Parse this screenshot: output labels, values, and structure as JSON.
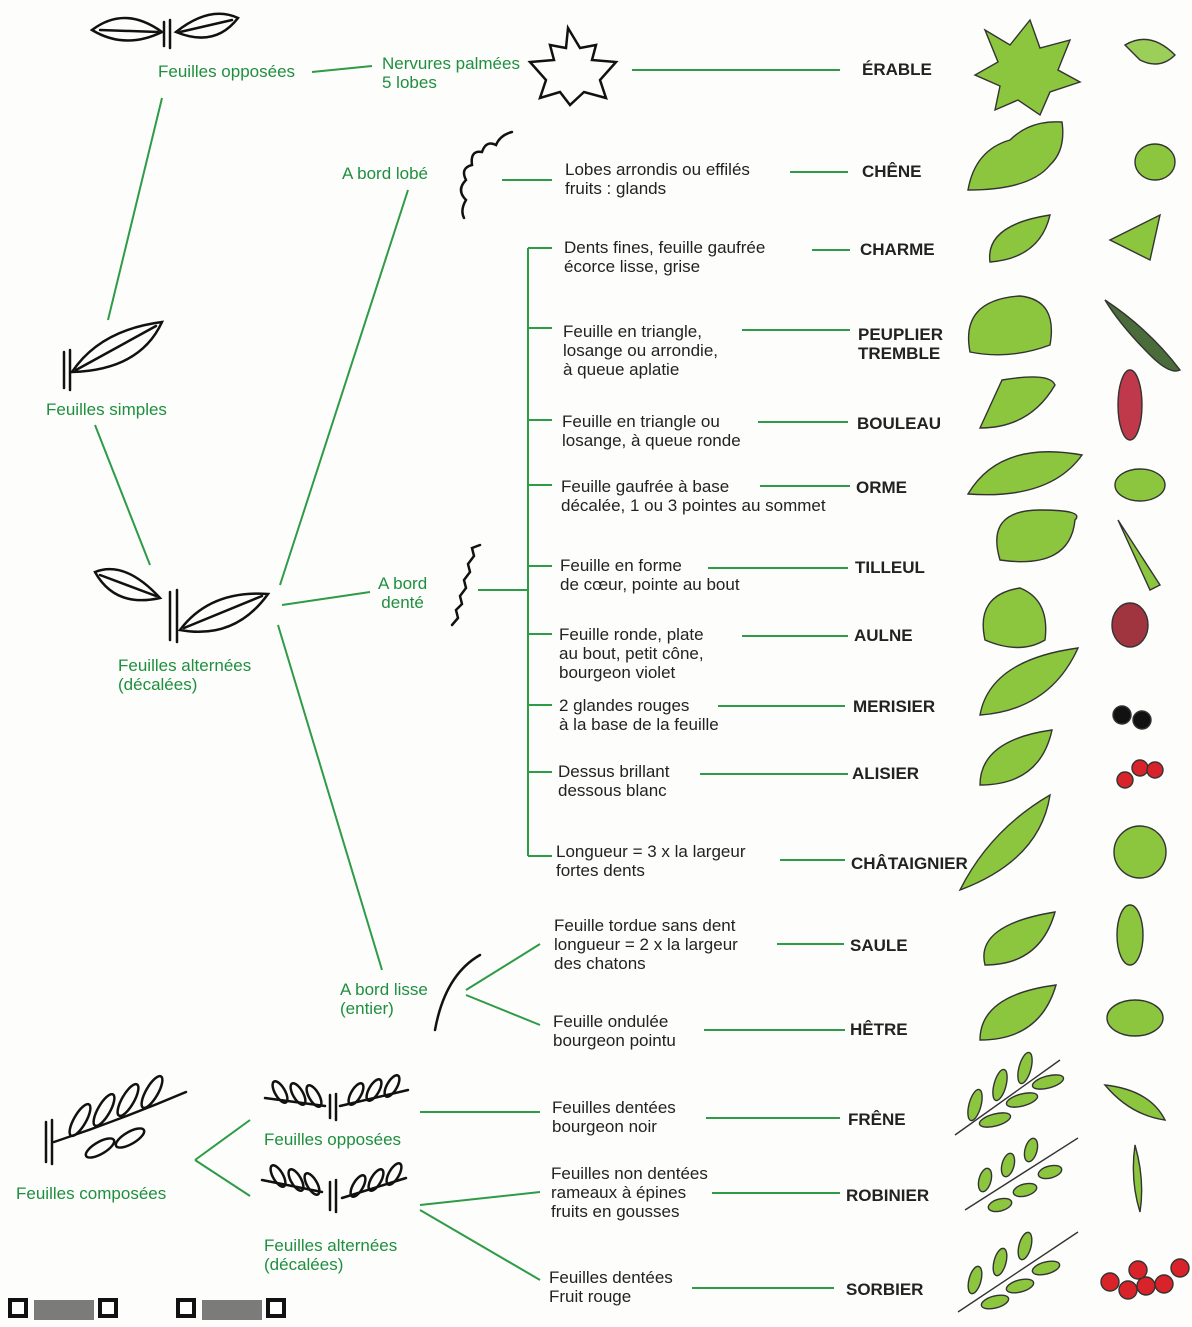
{
  "branches": {
    "opposed": "Feuilles opposées",
    "simple": "Feuilles simples",
    "alternate": "Feuilles alternées\n(décalées)",
    "lobed": "A bord lobé",
    "toothed": "A bord\ndenté",
    "smooth": "A bord lisse\n(entier)",
    "compound": "Feuilles composées",
    "compound_opposed": "Feuilles opposées",
    "compound_alternate": "Feuilles alternées\n(décalées)"
  },
  "species": [
    {
      "desc": "Nervures palmées\n5 lobes",
      "name": "ÉRABLE"
    },
    {
      "desc": "Lobes arrondis ou effilés\nfruits : glands",
      "name": "CHÊNE"
    },
    {
      "desc": "Dents fines, feuille gaufrée\nécorce lisse, grise",
      "name": "CHARME"
    },
    {
      "desc": "Feuille en triangle,\nlosange ou arrondie,\nà queue aplatie",
      "name": "PEUPLIER\nTREMBLE"
    },
    {
      "desc": "Feuille en triangle ou\nlosange, à queue ronde",
      "name": "BOULEAU"
    },
    {
      "desc": "Feuille gaufrée à base\ndécalée, 1 ou 3 pointes au sommet",
      "name": "ORME"
    },
    {
      "desc": "Feuille en forme\nde cœur, pointe au bout",
      "name": "TILLEUL"
    },
    {
      "desc": "Feuille ronde, plate\nau bout, petit cône,\nbourgeon violet",
      "name": "AULNE"
    },
    {
      "desc": "2 glandes rouges\nà la base de la feuille",
      "name": "MERISIER"
    },
    {
      "desc": "Dessus brillant\ndessous blanc",
      "name": "ALISIER"
    },
    {
      "desc": "Longueur = 3 x la largeur\nfortes dents",
      "name": "CHÂTAIGNIER"
    },
    {
      "desc": "Feuille tordue sans dent\nlongueur = 2 x la largeur\ndes chatons",
      "name": "SAULE"
    },
    {
      "desc": "Feuille ondulée\nbourgeon pointu",
      "name": "HÊTRE"
    },
    {
      "desc": "Feuilles dentées\nbourgeon noir",
      "name": "FRÊNE"
    },
    {
      "desc": "Feuilles non dentées\nrameaux à épines\nfruits en gousses",
      "name": "ROBINIER"
    },
    {
      "desc": "Feuilles dentées\nFruit rouge",
      "name": "SORBIER"
    }
  ],
  "colors": {
    "green_text": "#1f8f3f",
    "leaf_fill": "#8cc63f",
    "line": "#2e9b47",
    "fruit_red": "#d9232a"
  }
}
